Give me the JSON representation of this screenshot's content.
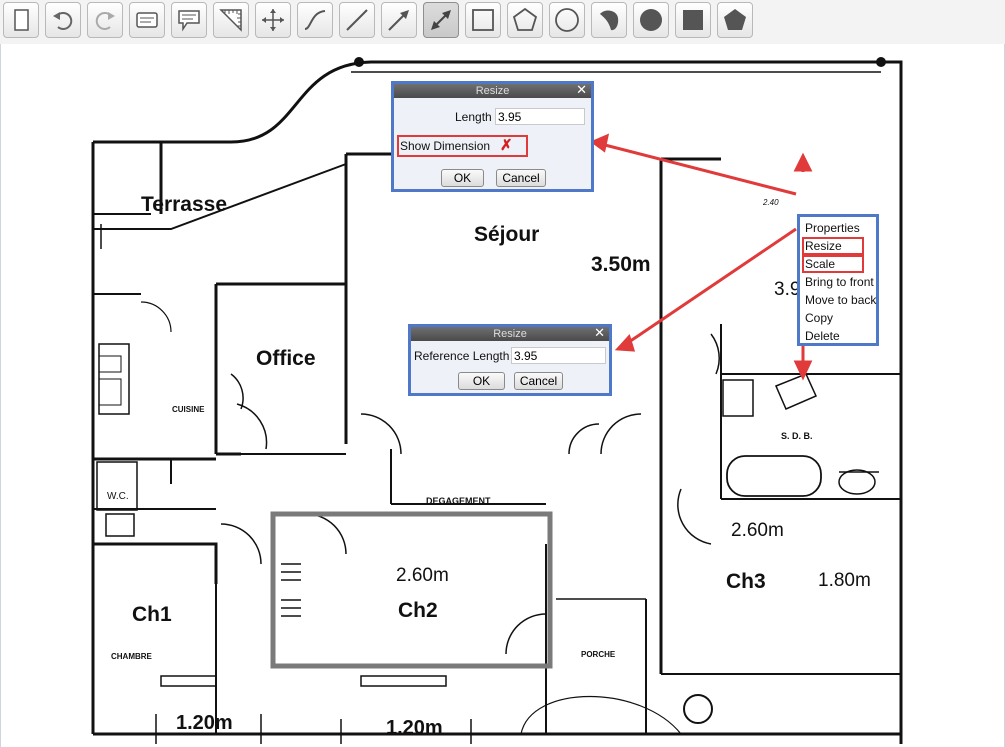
{
  "toolbar": {
    "tools": [
      {
        "name": "new-page-tool",
        "icon": "page-icon",
        "active": false
      },
      {
        "name": "undo-tool",
        "icon": "undo-icon",
        "active": false
      },
      {
        "name": "redo-tool",
        "icon": "redo-icon",
        "active": false
      },
      {
        "name": "text-tool",
        "icon": "textbox-icon",
        "active": false
      },
      {
        "name": "callout-tool",
        "icon": "speech-bubble-icon",
        "active": false
      },
      {
        "name": "ruler-tool",
        "icon": "ruler-icon",
        "active": false
      },
      {
        "name": "move-tool",
        "icon": "move-arrows-icon",
        "active": false
      },
      {
        "name": "curve-tool",
        "icon": "curve-icon",
        "active": false
      },
      {
        "name": "line-tool",
        "icon": "line-icon",
        "active": false
      },
      {
        "name": "arrow-tool",
        "icon": "arrow-icon",
        "active": false
      },
      {
        "name": "dimension-tool",
        "icon": "double-arrow-icon",
        "active": true
      },
      {
        "name": "rectangle-tool",
        "icon": "rectangle-icon",
        "active": false
      },
      {
        "name": "pentagon-tool",
        "icon": "pentagon-icon",
        "active": false
      },
      {
        "name": "circle-tool",
        "icon": "circle-icon",
        "active": false
      },
      {
        "name": "blob-tool",
        "icon": "blob-filled-icon",
        "active": false
      },
      {
        "name": "filled-circle-tool",
        "icon": "filled-circle-icon",
        "active": false
      },
      {
        "name": "filled-rectangle-tool",
        "icon": "filled-rectangle-icon",
        "active": false
      },
      {
        "name": "filled-pentagon-tool",
        "icon": "filled-pentagon-icon",
        "active": false
      }
    ]
  },
  "plan": {
    "rooms": {
      "terrasse": "Terrasse",
      "sejour": "Séjour",
      "office": "Office",
      "ch1": "Ch1",
      "ch2": "Ch2",
      "ch3": "Ch3",
      "cuisine": "CUISINE",
      "wc": "W.C.",
      "sdb": "S. D. B.",
      "degagement": "DEGAGEMENT",
      "chambre": "CHAMBRE",
      "porche": "PORCHE"
    },
    "dimensions": {
      "sejour_width": "3.50m",
      "sejour_partial": "3.9",
      "ch2_width": "2.60m",
      "ch3_width": "2.60m",
      "ch3_depth": "1.80m",
      "bottom_left": "1.20m",
      "bottom_right": "1.20m",
      "small_label": "2.40"
    }
  },
  "resize_dialog": {
    "title": "Resize",
    "length_label": "Length",
    "length_value": "3.95",
    "show_dimension_label": "Show Dimension",
    "ok_label": "OK",
    "cancel_label": "Cancel",
    "close_glyph": "✕",
    "checkbox_glyph": "✗"
  },
  "scale_dialog": {
    "title": "Resize",
    "reference_label": "Reference Length",
    "reference_value": "3.95",
    "ok_label": "OK",
    "cancel_label": "Cancel",
    "close_glyph": "✕"
  },
  "context_menu": {
    "items": [
      "Properties",
      "Resize",
      "Scale",
      "Bring to front",
      "Move to back",
      "Copy",
      "Delete"
    ],
    "highlighted": [
      "Resize",
      "Scale"
    ]
  },
  "colors": {
    "annotation_red": "#e03a3a",
    "dialog_border": "#4f78c8",
    "selection_gray": "#7a7a7a"
  }
}
